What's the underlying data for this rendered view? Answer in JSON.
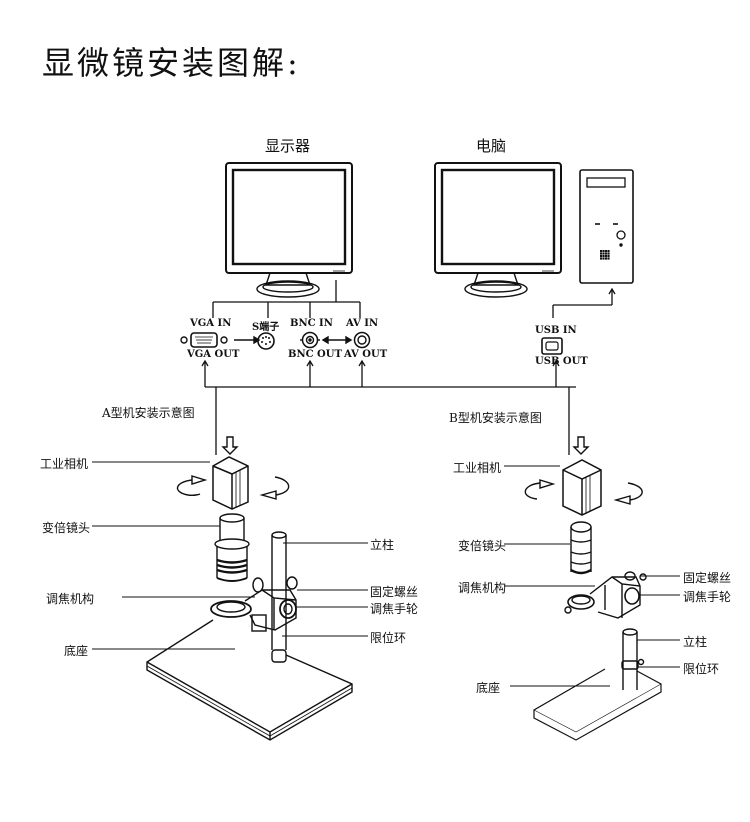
{
  "title": "显微镜安装图解:",
  "devices": {
    "monitor_label": "显示器",
    "computer_label": "电脑"
  },
  "ports": {
    "vga_in": "VGA IN",
    "vga_out": "VGA OUT",
    "s_video": "S端子",
    "bnc_in": "BNC IN",
    "bnc_out": "BNC OUT",
    "av_in": "AV IN",
    "av_out": "AV OUT",
    "usb_in": "USB IN",
    "usb_out": "USB OUT"
  },
  "diagram_a": {
    "title": "A型机安装示意图",
    "labels": {
      "camera": "工业相机",
      "zoom_lens": "变倍镜头",
      "focus_mechanism": "调焦机构",
      "base": "底座",
      "column": "立柱",
      "fixing_screw": "固定螺丝",
      "focus_knob": "调焦手轮",
      "limit_ring": "限位环"
    }
  },
  "diagram_b": {
    "title": "B型机安装示意图",
    "labels": {
      "camera": "工业相机",
      "zoom_lens": "变倍镜头",
      "focus_mechanism": "调焦机构",
      "base": "底座",
      "column": "立柱",
      "fixing_screw": "固定螺丝",
      "focus_knob": "调焦手轮",
      "limit_ring": "限位环"
    }
  }
}
